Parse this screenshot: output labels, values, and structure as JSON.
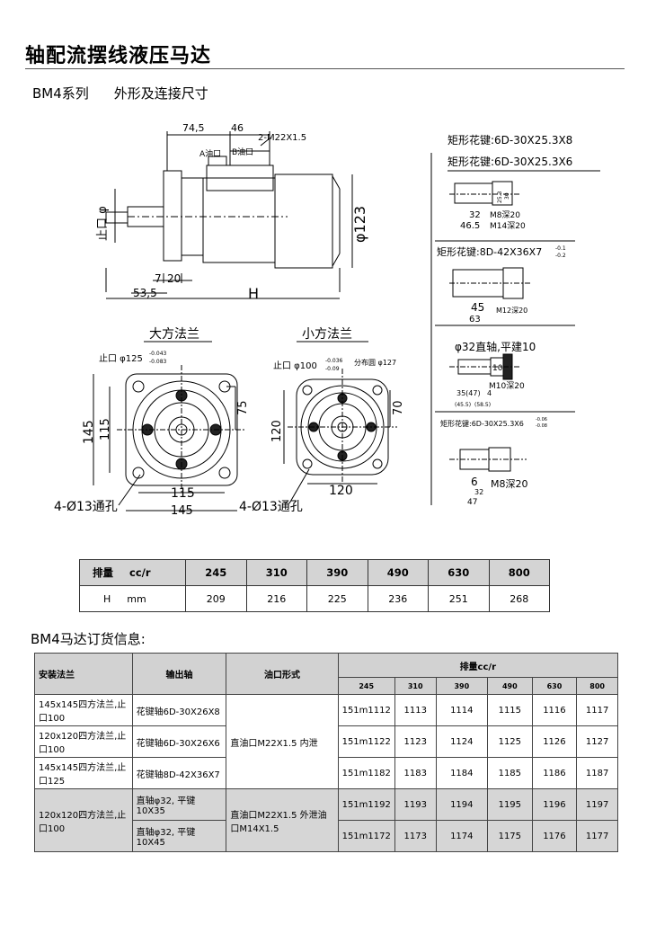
{
  "page": {
    "title": "轴配流摆线液压马达",
    "series": "BM4系列",
    "subtitle": "外形及连接尺寸"
  },
  "drawing": {
    "top_dims": [
      "74,5",
      "46",
      "2-M22X1.5"
    ],
    "port_a": "A油口",
    "port_b": "B油口",
    "pilot_label": "止口 φ",
    "dia_123": "φ123",
    "dim_7": "7",
    "dim_20": "20",
    "dim_53_5": "53,5",
    "dim_H": "H",
    "shafts": [
      {
        "title": "矩形花键:6D-30X25.3X8"
      },
      {
        "title": "矩形花键:6D-30X25.3X6",
        "dims": [
          "32",
          "46.5",
          "M8深20",
          "M14深20",
          "25.3",
          "30"
        ]
      },
      {
        "title": "矩形花键:8D-42X36X7",
        "tol": [
          "-0.1",
          "-0.2"
        ],
        "dims": [
          "45",
          "63",
          "M12深20"
        ]
      },
      {
        "title": "φ32直轴,平建10",
        "dims": [
          "10",
          "M10深20",
          "35(47)",
          "4",
          "(45.5)",
          "(58.5)"
        ]
      },
      {
        "title": "矩形花键:6D-30X25.3X6",
        "tol": [
          "-0.06",
          "-0.08"
        ],
        "dims": [
          "6",
          "32",
          "47",
          "M8深20"
        ]
      }
    ],
    "big_flange": {
      "title": "大方法兰",
      "pilot": "止口 φ125",
      "tol": [
        "-0.043",
        "-0.083"
      ],
      "dims": [
        "145",
        "115",
        "75",
        "115",
        "145"
      ],
      "holes": "4-Ø13通孔"
    },
    "small_flange": {
      "title": "小方法兰",
      "pilot": "止口 φ100",
      "tol": [
        "-0.036",
        "-0.09"
      ],
      "bolt_circle": "分布圆 φ127",
      "dims": [
        "120",
        "70",
        "120"
      ],
      "holes": "4-Ø13通孔"
    }
  },
  "displacement_table": {
    "header_label": "排量",
    "header_unit": "cc/r",
    "values": [
      "245",
      "310",
      "390",
      "490",
      "630",
      "800"
    ],
    "row_label": "H",
    "row_unit": "mm",
    "h_values": [
      "209",
      "216",
      "225",
      "236",
      "251",
      "268"
    ]
  },
  "order_title": "BM4马达订货信息:",
  "order_table": {
    "headers": [
      "安装法兰",
      "输出轴",
      "油口形式",
      "排量cc/r"
    ],
    "displacements": [
      "245",
      "310",
      "390",
      "490",
      "630",
      "800"
    ],
    "flanges": [
      "145x145四方法兰,止口100",
      "120x120四方法兰,止口100",
      "145x145四方法兰,止口125",
      "120x120四方法兰,止口100"
    ],
    "shafts": [
      "花键轴6D-30X26X8",
      "花键轴6D-30X26X6",
      "花键轴8D-42X36X7",
      "直轴φ32, 平键10X35",
      "直轴φ32, 平键10X45"
    ],
    "ports": [
      "直油口M22X1.5 内泄",
      "直油口M22X1.5 外泄油口M14X1.5"
    ],
    "rows": [
      [
        "151m1112",
        "1113",
        "1114",
        "1115",
        "1116",
        "1117"
      ],
      [
        "151m1122",
        "1123",
        "1124",
        "1125",
        "1126",
        "1127"
      ],
      [
        "151m1182",
        "1183",
        "1184",
        "1185",
        "1186",
        "1187"
      ],
      [
        "151m1192",
        "1193",
        "1194",
        "1195",
        "1196",
        "1197"
      ],
      [
        "151m1172",
        "1173",
        "1174",
        "1175",
        "1176",
        "1177"
      ]
    ]
  }
}
